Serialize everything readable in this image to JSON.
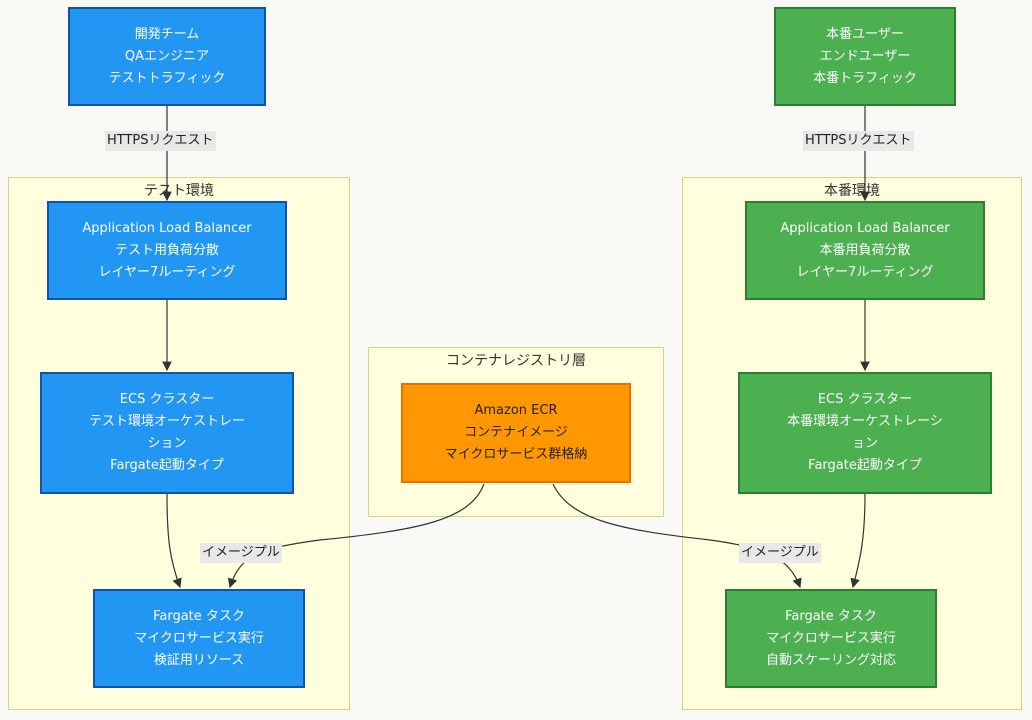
{
  "clusters": {
    "test": "テスト環境",
    "prod": "本番環境",
    "registry": "コンテナレジストリ層"
  },
  "nodes": {
    "dev_team": [
      "開発チーム",
      "QAエンジニア",
      "テストトラフィック"
    ],
    "prod_users": [
      "本番ユーザー",
      "エンドユーザー",
      "本番トラフィック"
    ],
    "alb_test": [
      "Application Load Balancer",
      "テスト用負荷分散",
      "レイヤー7ルーティング"
    ],
    "alb_prod": [
      "Application Load Balancer",
      "本番用負荷分散",
      "レイヤー7ルーティング"
    ],
    "ecs_test": [
      "ECS クラスター",
      "テスト環境オーケストレー",
      "ション",
      "Fargate起動タイプ"
    ],
    "ecs_prod": [
      "ECS クラスター",
      "本番環境オーケストレーシ",
      "ョン",
      "Fargate起動タイプ"
    ],
    "ecr": [
      "Amazon ECR",
      "コンテナイメージ",
      "マイクロサービス群格納"
    ],
    "task_test": [
      "Fargate タスク",
      "マイクロサービス実行",
      "検証用リソース"
    ],
    "task_prod": [
      "Fargate タスク",
      "マイクロサービス実行",
      "自動スケーリング対応"
    ]
  },
  "edge_labels": {
    "https_test": "HTTPSリクエスト",
    "https_prod": "HTTPSリクエスト",
    "pull_test": "イメージプル",
    "pull_prod": "イメージプル"
  }
}
